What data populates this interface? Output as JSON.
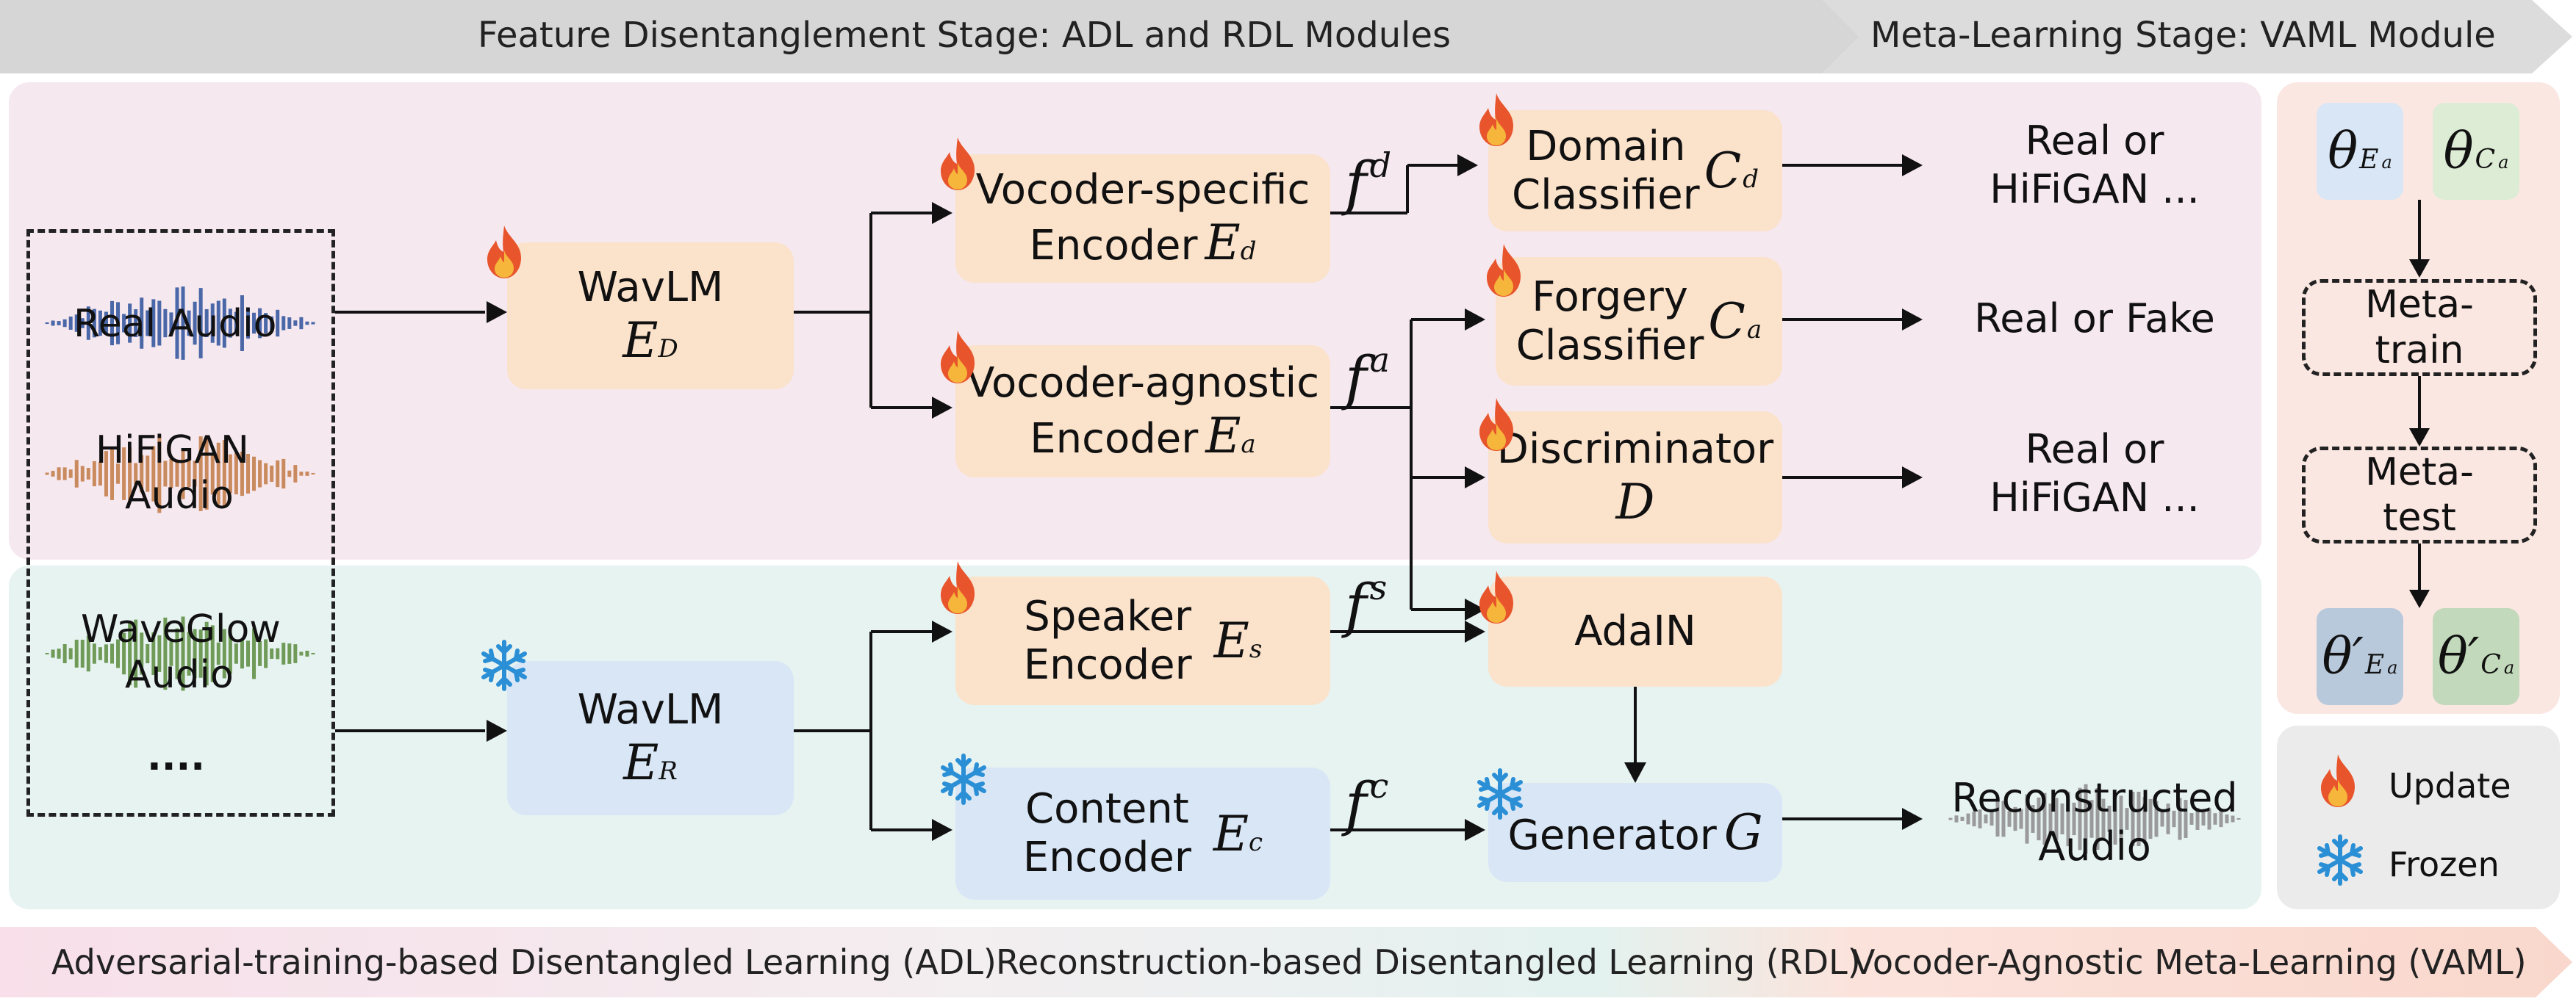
{
  "header": {
    "stage1": "Feature Disentanglement Stage: ADL and RDL Modules",
    "stage2": "Meta-Learning Stage: VAML Module"
  },
  "footer": {
    "adl": "Adversarial-training-based Disentangled Learning (ADL)",
    "rdl": "Reconstruction-based Disentangled Learning (RDL)",
    "vaml": "Vocoder-Agnostic Meta-Learning (VAML)"
  },
  "inputs": {
    "real": "Real Audio",
    "hifigan_l1": "HiFiGAN",
    "hifigan_l2": "Audio",
    "waveglow_l1": "WaveGlow",
    "waveglow_l2": "Audio",
    "more": "...."
  },
  "wavlm_d": {
    "name": "WavLM",
    "sym": "E",
    "sub": "D"
  },
  "wavlm_r": {
    "name": "WavLM",
    "sym": "E",
    "sub": "R"
  },
  "enc_d": {
    "l1": "Vocoder-specific",
    "l2": "Encoder",
    "sym": "E",
    "sub": "d"
  },
  "enc_a": {
    "l1": "Vocoder-agnostic",
    "l2": "Encoder",
    "sym": "E",
    "sub": "a"
  },
  "enc_s": {
    "l1": "Speaker",
    "l2": "Encoder",
    "sym": "E",
    "sub": "s"
  },
  "enc_c": {
    "l1": "Content",
    "l2": "Encoder",
    "sym": "E",
    "sub": "c"
  },
  "features": {
    "fd": "d",
    "fa": "a",
    "fs": "s",
    "fc": "c",
    "f": "f"
  },
  "domain_cls": {
    "l1": "Domain",
    "l2": "Classifier",
    "sym": "C",
    "sub": "d"
  },
  "forgery_cls": {
    "l1": "Forgery",
    "l2": "Classifier",
    "sym": "C",
    "sub": "a"
  },
  "discriminator": {
    "l1": "Discriminator",
    "sym": "D"
  },
  "adain": {
    "label": "AdaIN"
  },
  "generator": {
    "label": "Generator",
    "sym": "G"
  },
  "outputs": {
    "domain_l1": "Real or",
    "domain_l2": "HiFiGAN ...",
    "forgery": "Real or Fake",
    "disc_l1": "Real or",
    "disc_l2": "HiFiGAN ...",
    "recon_l1": "Reconstructed",
    "recon_l2": "Audio"
  },
  "meta": {
    "theta": "θ",
    "theta_prime": "θ′",
    "sub_e": "E",
    "sub_e_sub": "a",
    "sub_c": "C",
    "sub_c_sub": "a",
    "train_l1": "Meta-",
    "train_l2": "train",
    "test_l1": "Meta-",
    "test_l2": "test"
  },
  "legend": {
    "update": "Update",
    "frozen": "Frozen"
  },
  "colors": {
    "header_band": "#d9d9d9",
    "adl_panel": "#f6e8ef",
    "rdl_panel": "#e7f3f1",
    "vaml_panel": "#fbe7e2",
    "legend_panel": "#ebebeb",
    "box_orange": "#fbe2cb",
    "box_blue": "#d8e6f6",
    "box_green": "#dcecd5",
    "wave_real": "#4a67a8",
    "wave_hifigan": "#c98a5e",
    "wave_waveglow": "#6f9a58",
    "wave_recon": "#9a9a9a",
    "flame": "#e8542b",
    "snow": "#2b8fd6"
  }
}
